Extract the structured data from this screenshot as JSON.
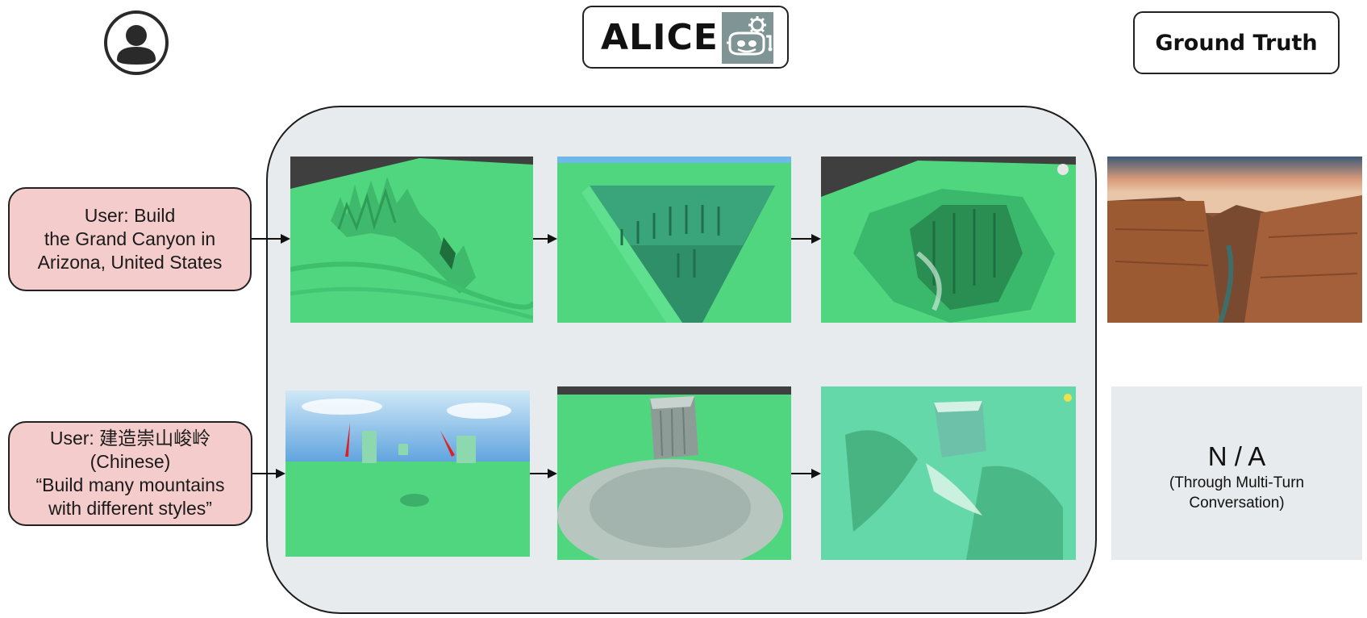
{
  "header": {
    "user_icon": "user-avatar-icon",
    "alice_title": "ALICE",
    "alice_logo_icon": "robot-gear-logo-icon",
    "ground_truth_title": "Ground Truth"
  },
  "rows": [
    {
      "prompt_lines": [
        "User: Build",
        "the Grand Canyon in",
        "Arizona, United States"
      ],
      "ground_truth_image": "grand-canyon-photo"
    },
    {
      "prompt_lines": [
        "User: 建造崇山峻岭",
        "(Chinese)",
        "“Build many mountains",
        "with different styles”"
      ],
      "ground_truth_na": "N / A",
      "ground_truth_note_lines": [
        "(Through Multi-Turn",
        "Conversation)"
      ]
    }
  ],
  "colors": {
    "panel_bg": "#e8ebed",
    "prompt_bg": "#f4cccb",
    "terrain_green": "#4fd67f",
    "arrow": "#111111"
  }
}
